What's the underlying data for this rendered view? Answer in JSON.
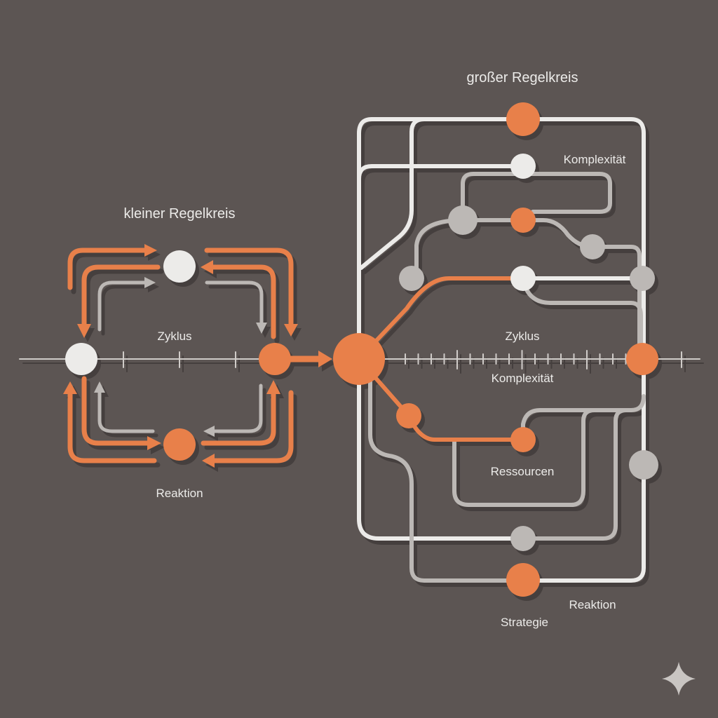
{
  "labels": {
    "big_loop_title": "großer Regelkreis",
    "small_loop_title": "kleiner Regelkreis",
    "small_cycle": "Zyklus",
    "small_reaction": "Reaktion",
    "big_cycle": "Zyklus",
    "big_complexity_axis": "Komplexität",
    "big_complexity_top": "Komplexität",
    "big_resources": "Ressourcen",
    "big_reaction": "Reaktion",
    "big_strategy": "Strategie"
  },
  "colors": {
    "background": "#5c5553",
    "orange": "#e8804a",
    "white": "#ecebe9",
    "gray": "#bcb8b5"
  },
  "icons": {
    "corner": "sparkle-icon"
  }
}
